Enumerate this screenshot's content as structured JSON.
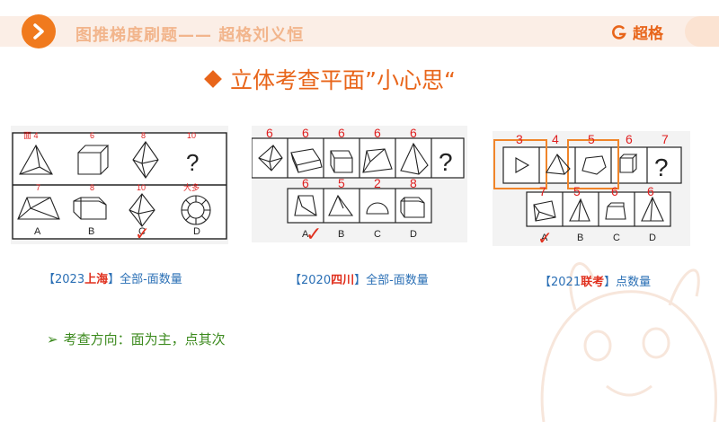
{
  "header": {
    "title": "图推梯度刷题—— 超格刘义恒",
    "brand": "超格"
  },
  "slide": {
    "title": "立体考查平面”小心思“"
  },
  "puzzle1": {
    "top_numbers": [
      "面 4",
      "6",
      "8",
      "10"
    ],
    "question_mark": "?",
    "bottom_numbers": [
      "7",
      "8",
      "10",
      "大多"
    ],
    "option_labels": [
      "A",
      "B",
      "C",
      "D"
    ],
    "check": "✓"
  },
  "puzzle2": {
    "top_numbers": [
      "6",
      "6",
      "6",
      "6",
      "6"
    ],
    "question_mark": "?",
    "bottom_numbers": [
      "6",
      "5",
      "2",
      "8"
    ],
    "option_labels": [
      "A",
      "B",
      "C",
      "D"
    ],
    "check": "✓"
  },
  "puzzle3": {
    "top_numbers": [
      "3",
      "4",
      "5",
      "6",
      "7"
    ],
    "question_mark": "?",
    "bottom_numbers": [
      "7",
      "5",
      "6",
      "6"
    ],
    "option_labels": [
      "A",
      "B",
      "C",
      "D"
    ],
    "check": "✓"
  },
  "captions": {
    "c1": {
      "pre": "【2023",
      "red": "上海",
      "post": "】全部-面数量"
    },
    "c2": {
      "pre": "【2020",
      "red": "四川",
      "post": "】全部-面数量"
    },
    "c3": {
      "pre": "【2021",
      "red": "联考",
      "post": "】点数量"
    }
  },
  "note": {
    "bullet": "➢",
    "text": "考查方向：面为主，点其次"
  },
  "colors": {
    "accent": "#e8651a",
    "header_bg": "#fbeee6",
    "red": "#e0301e",
    "caption_blue": "#2a6fb5",
    "note_green": "#3c8a1e"
  }
}
